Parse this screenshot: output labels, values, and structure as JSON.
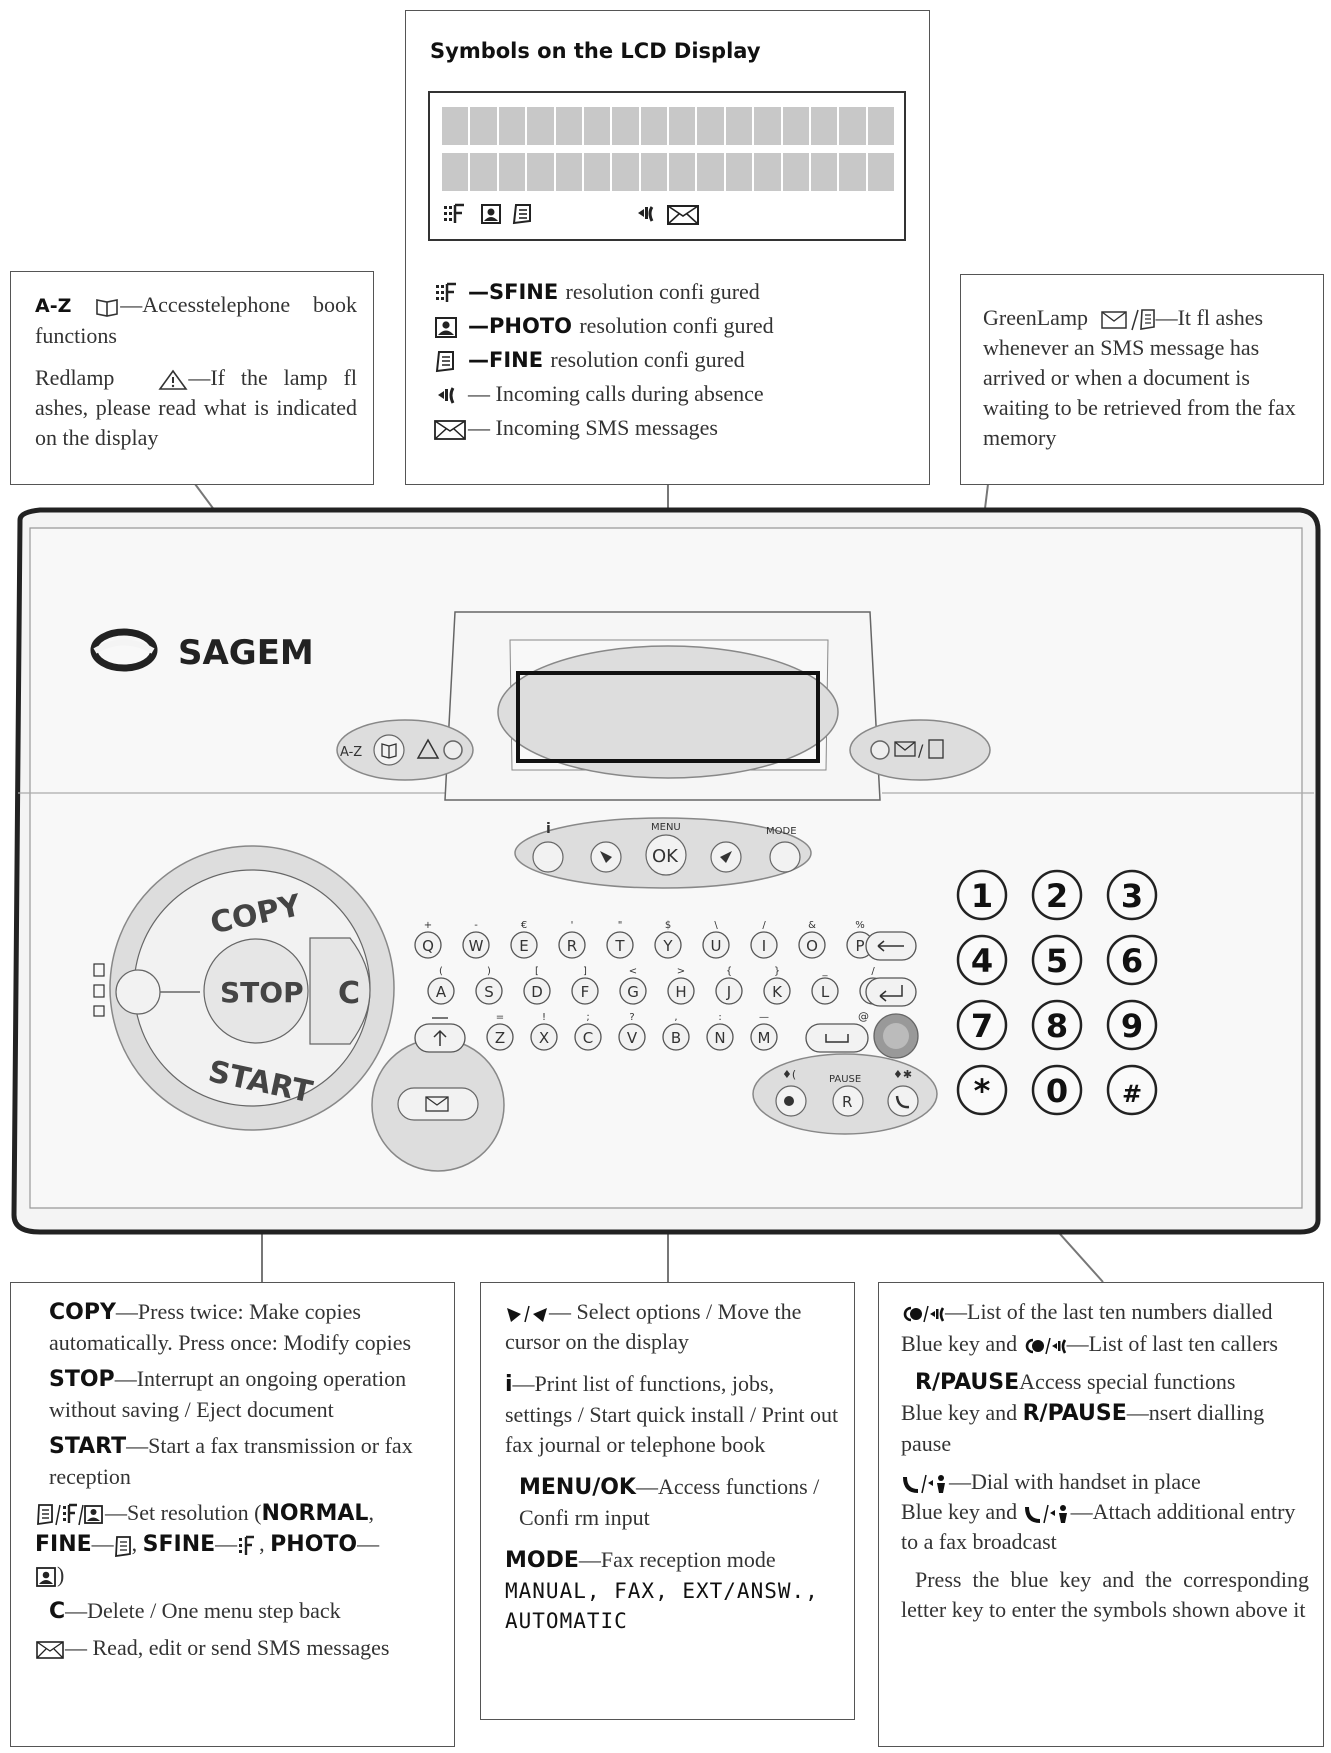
{
  "lcd_box": {
    "title": "Symbols on the LCD Display",
    "legend": [
      {
        "icon": "sfine-icon",
        "term": "SFINE",
        "text": "resolution confi gured"
      },
      {
        "icon": "photo-icon",
        "term": "PHOTO",
        "text": "resolution confi gured"
      },
      {
        "icon": "fine-icon",
        "term": "FINE",
        "text": "resolution confi gured"
      },
      {
        "icon": "missed-call-icon",
        "term": "",
        "text": "Incoming calls during absence"
      },
      {
        "icon": "envelope-icon",
        "term": "",
        "text": "Incoming SMS messages"
      }
    ]
  },
  "left_box": {
    "az_label": "A-Z",
    "az_text": "—Accesstelephone book functions",
    "red_lead": "Redlamp",
    "red_text": "—If the lamp fl ashes, please read what is indicated on the display"
  },
  "right_box": {
    "lead": "GreenLamp",
    "text": "—It fl ashes whenever an SMS message has arrived or when a document is waiting to be retrieved from the fax memory"
  },
  "device": {
    "brand": "SAGEM",
    "az_key": "A-Z",
    "info_key": "i",
    "menu_label": "MENU",
    "ok_key": "OK",
    "mode_label": "MODE",
    "copy_label": "COPY",
    "stop_label": "STOP",
    "start_label": "START",
    "c_label": "C",
    "pause_label": "PAUSE",
    "r_key": "R",
    "at_label": "@",
    "keypad": [
      "1",
      "2",
      "3",
      "4",
      "5",
      "6",
      "7",
      "8",
      "9",
      "*",
      "0",
      "#"
    ],
    "row1": [
      "Q",
      "W",
      "E",
      "R",
      "T",
      "Y",
      "U",
      "I",
      "O",
      "P"
    ],
    "row1_sym": [
      "+",
      "-",
      "€",
      "'",
      "\"",
      "$",
      "\\",
      "/",
      "&",
      "%"
    ],
    "row2": [
      "A",
      "S",
      "D",
      "F",
      "G",
      "H",
      "J",
      "K",
      "L",
      "."
    ],
    "row2_sym": [
      "(",
      ")",
      "[",
      "]",
      "<",
      ">",
      "{",
      "}",
      "_",
      "/"
    ],
    "row3": [
      "Z",
      "X",
      "C",
      "V",
      "B",
      "N",
      "M"
    ],
    "row3_sym": [
      "=",
      "!",
      ";",
      "?",
      ",",
      ":",
      "—"
    ]
  },
  "bottom_left": {
    "copy_term": "COPY",
    "copy_text": "—Press twice: Make copies automatically. Press once: Modify copies",
    "stop_term": "STOP",
    "stop_text": "—Interrupt an ongoing operation without saving / Eject document",
    "start_term": "START",
    "start_text": "—Start a fax transmission or fax reception",
    "res_text1": "—Set resolution (",
    "res_normal": "NORMAL",
    "res_fine": "FINE",
    "res_sfine": "SFINE",
    "res_photo": "PHOTO",
    "c_term": "C",
    "c_text": "—Delete / One menu step back",
    "sms_text": "— Read, edit or send SMS messages"
  },
  "bottom_mid": {
    "nav_text": "— Select options / Move the cursor on the display",
    "info_text": "—Print list of functions, jobs, settings / Start quick install / Print out fax journal or telephone book",
    "menu_term": "MENU/OK",
    "menu_text": "—Access functions / Confi rm input",
    "mode_term": "MODE",
    "mode_text": "—Fax reception mode",
    "mode_values": "MANUAL, FAX, EXT/ANSW., AUTOMATIC"
  },
  "bottom_right": {
    "redial_text": "—List of the last ten numbers dialled",
    "blue1_lead": "Blue key and",
    "blue1_text": "—List of last ten callers",
    "rpause_term": "R/PAUSE",
    "rpause_text": "Access special functions",
    "blue2_lead": "Blue key and",
    "blue2_term": "R/PAUSE",
    "blue2_text": "—nsert dialling pause",
    "hs_text": "—Dial with handset in place",
    "blue3_lead": "Blue key and",
    "blue3_text": "—Attach additional entry to a fax broadcast",
    "press_text": "Press the blue key and the corresponding letter key to enter the symbols shown above it"
  }
}
